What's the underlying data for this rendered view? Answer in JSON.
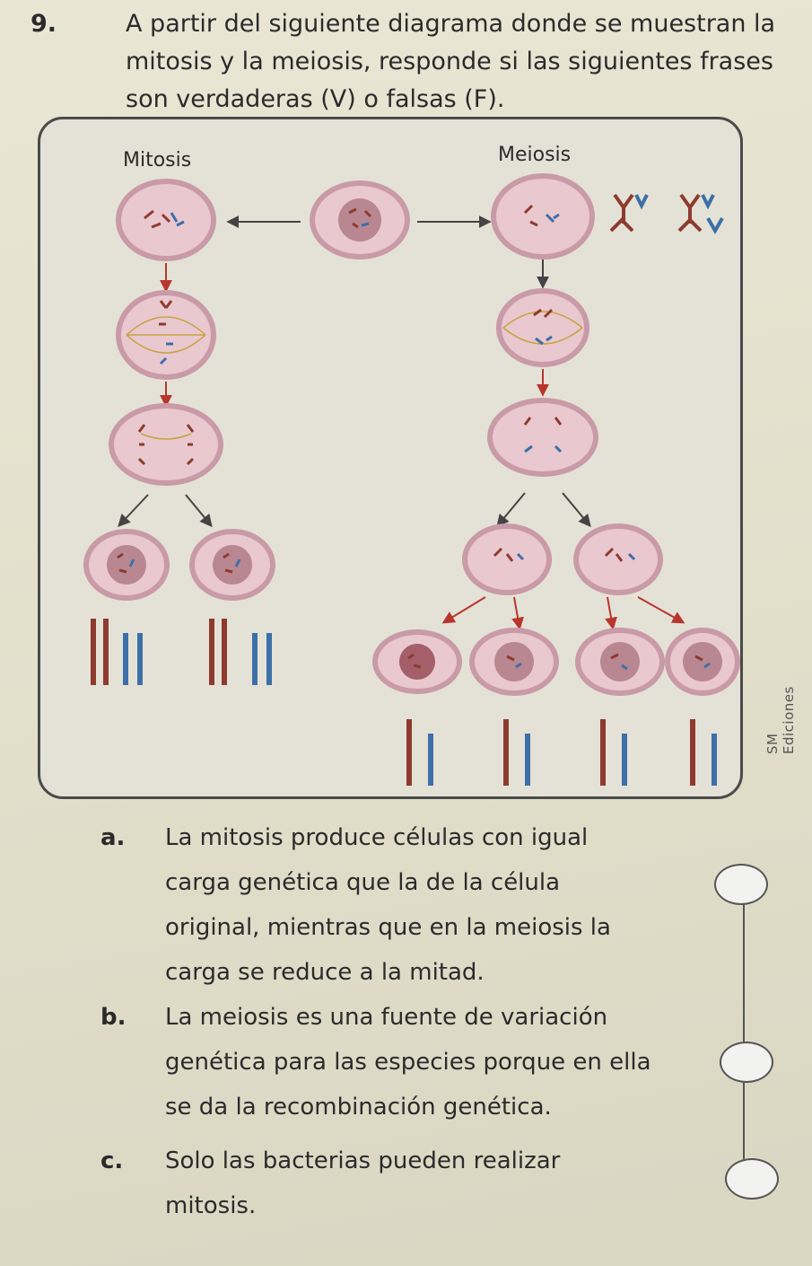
{
  "question": {
    "number": "9.",
    "text": "A partir del siguiente diagrama donde se muestran la mitosis y la meiosis, responde si las siguientes frases son verdaderas (V) o falsas (F)."
  },
  "diagram": {
    "mitosis_label": "Mitosis",
    "meiosis_label": "Meiosis",
    "colors": {
      "cell_outer": "#c99aa8",
      "cell_inner": "#e9c8cf",
      "nucleus": "#b88791",
      "chromosome_red": "#8e3a2e",
      "chromosome_blue": "#3d6fa8",
      "arrow_red": "#b8352e",
      "arrow_dark": "#444444",
      "spindle": "#c8a243"
    }
  },
  "credit": "SM Ediciones",
  "statements": [
    {
      "label": "a.",
      "text": "La mitosis produce células con igual carga genética que la de la célula original, mientras que en la meiosis la carga se reduce a la mitad."
    },
    {
      "label": "b.",
      "text": "La meiosis es una fuente de variación genética para las especies porque en ella se da la recombinación genética."
    },
    {
      "label": "c.",
      "text": "Solo las bacterias pueden realizar mitosis."
    }
  ]
}
